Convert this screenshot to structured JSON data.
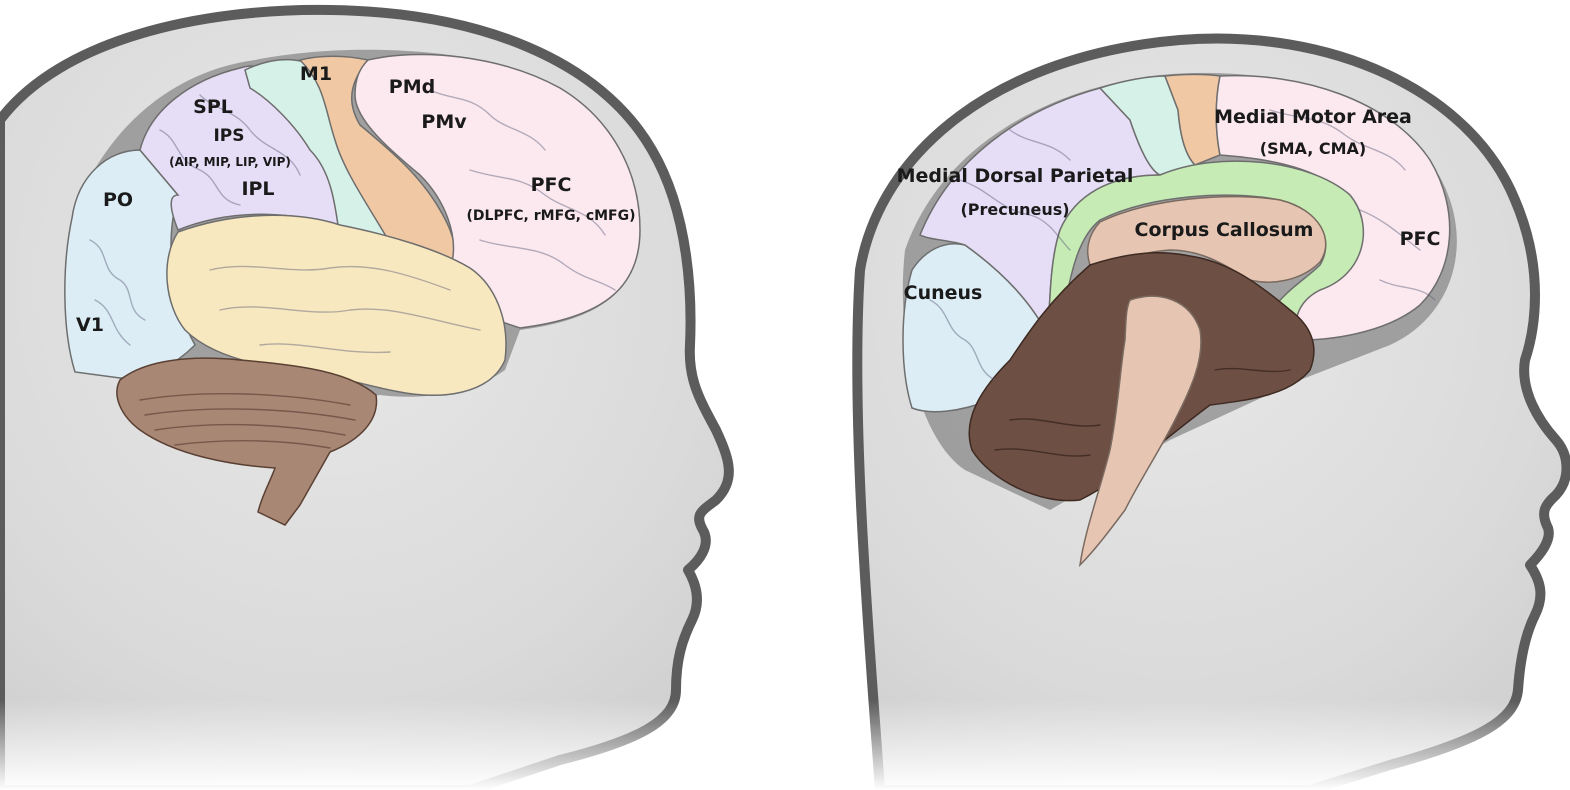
{
  "lateral_view": {
    "regions": [
      {
        "key": "m1",
        "label": "M1",
        "color": "#f0c8a4"
      },
      {
        "key": "pmd",
        "label": "PMd",
        "color": "#fbe9ef"
      },
      {
        "key": "pmv",
        "label": "PMv",
        "color": "#fbe9ef"
      },
      {
        "key": "spl",
        "label": "SPL",
        "color": "#e6def6"
      },
      {
        "key": "ips",
        "label": "IPS",
        "color": "#e6def6"
      },
      {
        "key": "ips_sub",
        "label": "(AIP, MIP, LIP, VIP)",
        "color": "#e6def6"
      },
      {
        "key": "ipl",
        "label": "IPL",
        "color": "#e6def6"
      },
      {
        "key": "po",
        "label": "PO",
        "color": "#dcedf5"
      },
      {
        "key": "v1",
        "label": "V1",
        "color": "#dcedf5"
      },
      {
        "key": "pfc",
        "label": "PFC",
        "color": "#fbe9ef"
      },
      {
        "key": "pfc_sub",
        "label": "(DLPFC, rMFG, cMFG)",
        "color": "#fbe9ef"
      }
    ],
    "other_colors": {
      "somatosensory": "#d6f1e8",
      "temporal": "#f8e8bf",
      "cerebellum": "#a98775"
    }
  },
  "medial_view": {
    "regions": [
      {
        "key": "mma",
        "label": "Medial Motor Area",
        "color": "#f0c8a4"
      },
      {
        "key": "mma_sub",
        "label": "(SMA, CMA)",
        "color": "#f0c8a4"
      },
      {
        "key": "mdp",
        "label": "Medial Dorsal Parietal",
        "color": "#e6def6"
      },
      {
        "key": "mdp_sub",
        "label": "(Precuneus)",
        "color": "#e6def6"
      },
      {
        "key": "cc",
        "label": "Corpus Callosum",
        "color": "#c6ebb4"
      },
      {
        "key": "pfc",
        "label": "PFC",
        "color": "#fbe9ef"
      },
      {
        "key": "cuneus",
        "label": "Cuneus",
        "color": "#dcedf5"
      }
    ],
    "other_colors": {
      "brainstem": "#e6c6b3",
      "cerebellum": "#6e4f43"
    }
  },
  "head_color": "#dcdcdc",
  "outline_color": "#5c5c5c"
}
